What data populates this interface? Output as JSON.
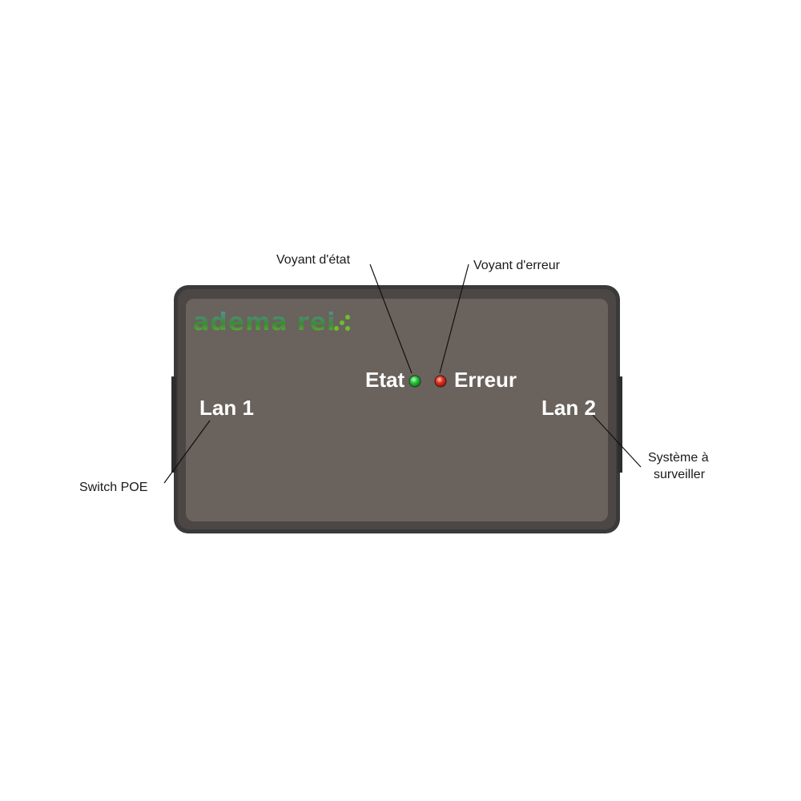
{
  "device": {
    "logo": "adema rei",
    "ports": {
      "left": "Lan 1",
      "right": "Lan 2"
    },
    "leds": [
      {
        "label": "Etat",
        "color": "#22c43a"
      },
      {
        "label": "Erreur",
        "color": "#e0301e"
      }
    ],
    "panel_color": "#6a625c",
    "bezel_color": "#3a3a3a"
  },
  "callouts": {
    "status_led": "Voyant d'état",
    "error_led": "Voyant d'erreur",
    "lan1_target": "Switch POE",
    "lan2_target_line1": "Système à",
    "lan2_target_line2": "surveiller"
  }
}
